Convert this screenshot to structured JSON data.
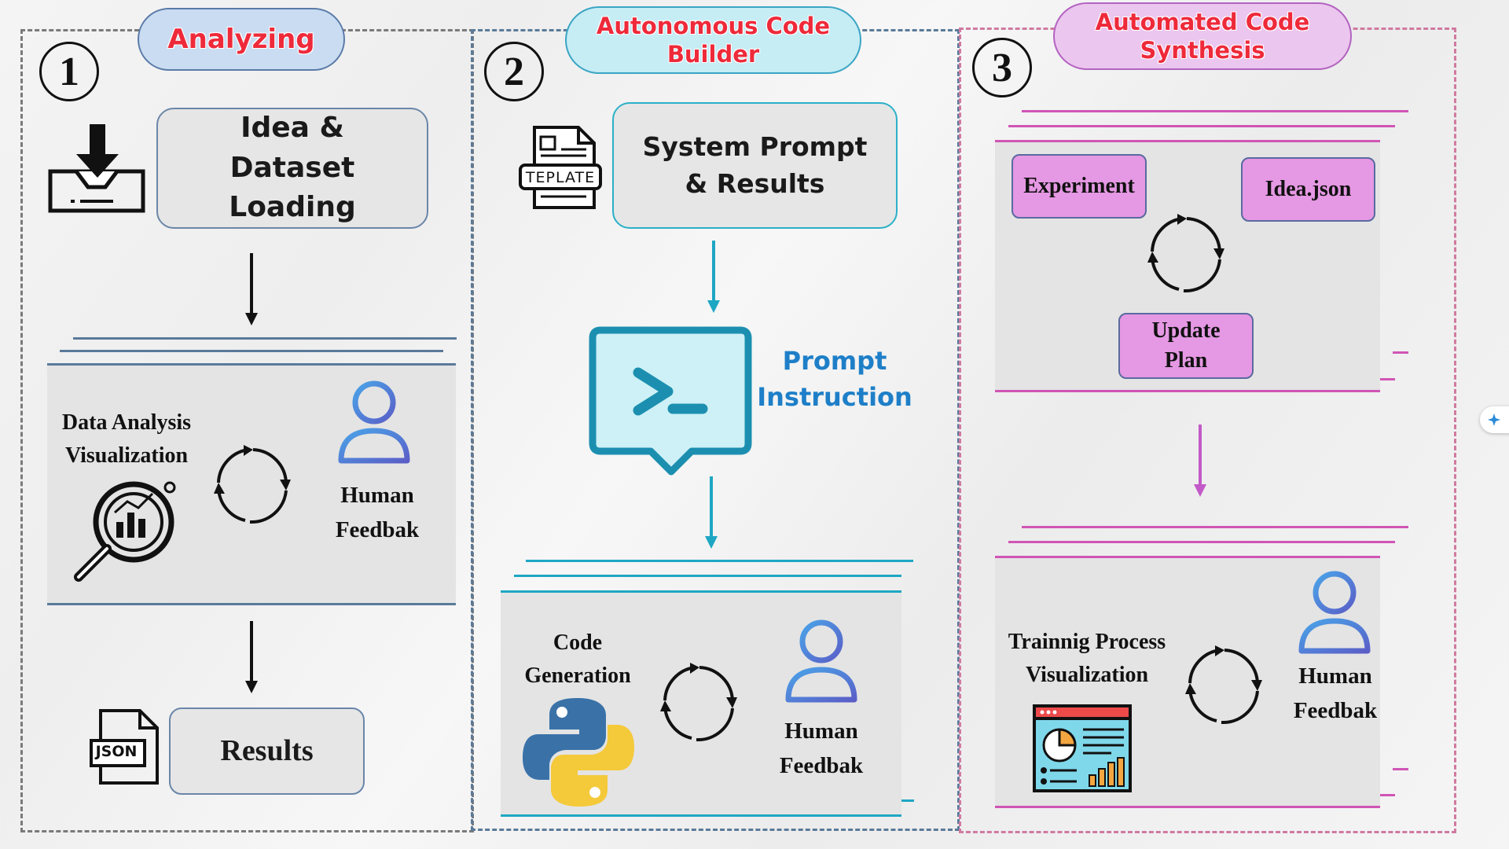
{
  "panels": [
    {
      "number": "1",
      "title": "Analyzing",
      "title_color": "#cfe0f3",
      "top_box": "Idea & Dataset Loading",
      "loop_left_label": "Data Analysis Visualization",
      "loop_right_label": "Human Feedbak",
      "result_box": "Results",
      "file_icon_text": "JSON"
    },
    {
      "number": "2",
      "title": "Autonomous Code Builder",
      "title_color": "#c6ecf4",
      "top_box": "System Prompt & Results",
      "template_icon_text": "TEPLATE",
      "middle_label": "Prompt Instruction",
      "loop_left_label": "Code Generation",
      "loop_right_label": "Human Feedbak"
    },
    {
      "number": "3",
      "title": "Automated Code Synthesis",
      "title_color": "#ebc6ee",
      "tags": [
        "Experiment",
        "Idea.json",
        "Update Plan"
      ],
      "loop_left_label": "Trainnig Process Visualization",
      "loop_right_label": "Human Feedbak"
    }
  ],
  "icons": [
    "download-tray-icon",
    "magnifier-chart-icon",
    "user-icon",
    "refresh-cycle-icon",
    "json-file-icon",
    "template-document-icon",
    "terminal-prompt-icon",
    "python-logo-icon",
    "dashboard-chart-icon",
    "sparkle-icon"
  ],
  "colors": {
    "blue_line": "#5a7a9a",
    "teal": "#1ea7c3",
    "pink": "#d055b5",
    "purple_arrow": "#c35ac8",
    "title_red": "#ee2a3a",
    "prompt_blue": "#1e7fc8"
  }
}
